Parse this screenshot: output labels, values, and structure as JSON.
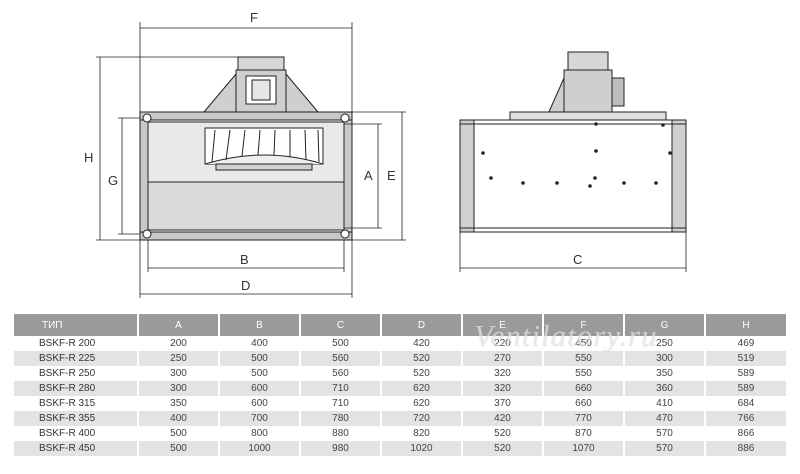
{
  "drawing": {
    "dims": {
      "F": "F",
      "H": "H",
      "G": "G",
      "A": "A",
      "E": "E",
      "B": "B",
      "D": "D",
      "C": "C"
    },
    "colors": {
      "line": "#222222",
      "fill": "#d9d9d9",
      "dark": "#8a8a8a"
    }
  },
  "table": {
    "headers": [
      "ТИП",
      "A",
      "B",
      "C",
      "D",
      "E",
      "F",
      "G",
      "H"
    ],
    "rows": [
      [
        "BSKF-R 200",
        "200",
        "400",
        "500",
        "420",
        "220",
        "450",
        "250",
        "469"
      ],
      [
        "BSKF-R 225",
        "250",
        "500",
        "560",
        "520",
        "270",
        "550",
        "300",
        "519"
      ],
      [
        "BSKF-R 250",
        "300",
        "500",
        "560",
        "520",
        "320",
        "550",
        "350",
        "589"
      ],
      [
        "BSKF-R 280",
        "300",
        "600",
        "710",
        "620",
        "320",
        "660",
        "360",
        "589"
      ],
      [
        "BSKF-R 315",
        "350",
        "600",
        "710",
        "620",
        "370",
        "660",
        "410",
        "684"
      ],
      [
        "BSKF-R 355",
        "400",
        "700",
        "780",
        "720",
        "420",
        "770",
        "470",
        "766"
      ],
      [
        "BSKF-R 400",
        "500",
        "800",
        "880",
        "820",
        "520",
        "870",
        "570",
        "866"
      ],
      [
        "BSKF-R 450",
        "500",
        "1000",
        "980",
        "1020",
        "520",
        "1070",
        "570",
        "886"
      ]
    ],
    "header_color": "#9a9a9a",
    "stripe_color": "#e3e3e3"
  },
  "watermark": "Ventilatory.ru"
}
